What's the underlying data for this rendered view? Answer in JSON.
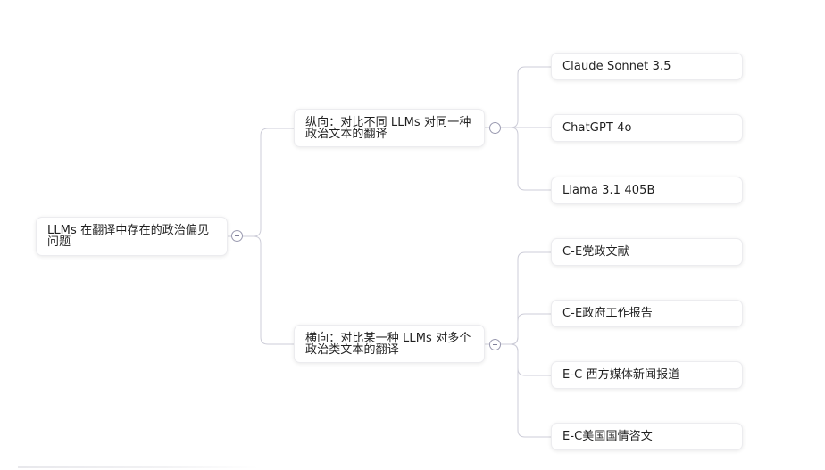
{
  "mindmap": {
    "root": {
      "label": "LLMs 在翻译中存在的政治偏见问题",
      "branches": [
        {
          "label": "纵向：对比不同 LLMs 对同一种政治文本的翻译",
          "leaves": [
            "Claude Sonnet 3.5",
            "ChatGPT 4o",
            "Llama 3.1 405B"
          ]
        },
        {
          "label": "横向：对比某一种 LLMs 对多个政治类文本的翻译",
          "leaves": [
            "C-E党政文献",
            "C-E政府工作报告",
            "E-C 西方媒体新闻报道",
            "E-C美国国情咨文"
          ]
        }
      ]
    },
    "colors": {
      "line": "#cdcdd8",
      "toggle": "#9a9ab0",
      "node_border": "#ececef"
    }
  }
}
